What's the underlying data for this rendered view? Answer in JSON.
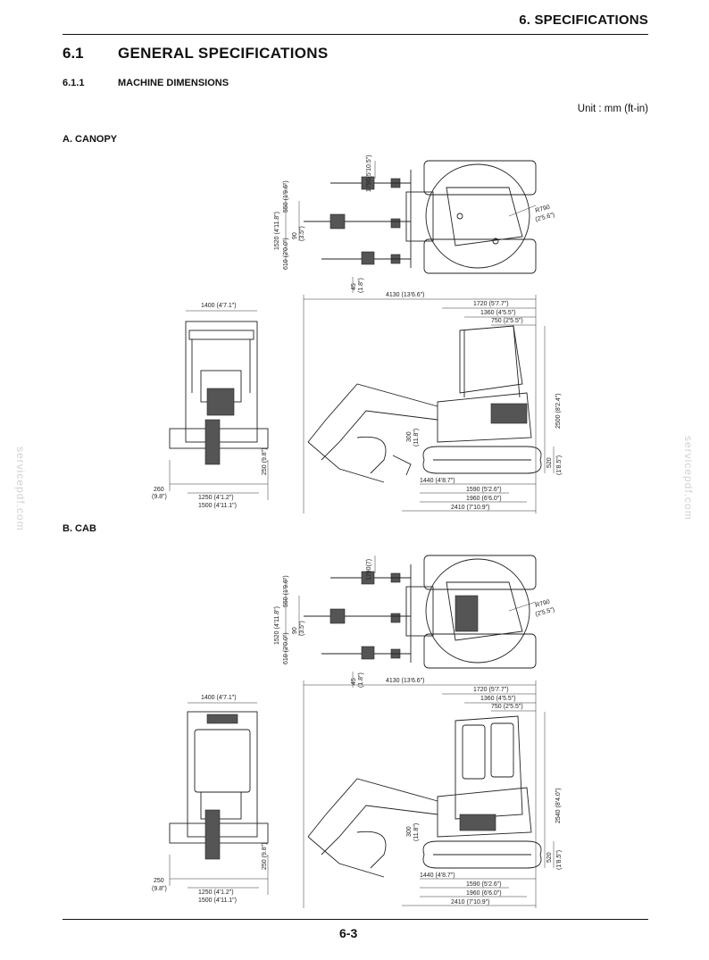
{
  "header": {
    "chapter": "6. SPECIFICATIONS"
  },
  "section": {
    "number": "6.1",
    "title": "GENERAL SPECIFICATIONS"
  },
  "subsection": {
    "number": "6.1.1",
    "title": "MACHINE DIMENSIONS"
  },
  "unit_note": "Unit : mm (ft-in)",
  "canopy": {
    "label": "A. CANOPY",
    "dims": {
      "d1790": "1790(5'10.5\")",
      "d550": "550 (1'9.6\")",
      "d1520": "1520 (4'11.8\")",
      "d610": "610 (2'0.0\")",
      "d90": "90",
      "d35": "(3.5\")",
      "r790": "R790",
      "r790ft": "(2'5.6\")",
      "d45": "45",
      "d18": "(1.8\")",
      "d4130": "4130 (13'6.6\")",
      "d1720": "1720 (5'7.7\")",
      "d1360": "1360 (4'5.5\")",
      "d750": "750 (2'5.5\")",
      "d1400": "1400 (4'7.1\")",
      "d2500": "2500 (8'2.4\")",
      "d300": "300",
      "d118": "(11.8\")",
      "d520": "520",
      "d205": "(1'8.5\")",
      "d250": "250 (9.8\")",
      "d260": "260",
      "d98": "(9.8\")",
      "d1250": "1250 (4'1.2\")",
      "d1500": "1500 (4'11.1\")",
      "d1440": "1440 (4'8.7\")",
      "d1590": "1590 (5'2.6\")",
      "d1960": "1960 (6'6.0\")",
      "d2410": "2410 (7'10.9\")"
    }
  },
  "cab": {
    "label": "B. CAB",
    "dims": {
      "d1790": "1790(7)",
      "d550": "550 (1'9.6\")",
      "d1520": "1520 (4'11.8\")",
      "d610": "610 (2'0.0\")",
      "d90": "90",
      "d35": "(3.5\")",
      "r790": "R790",
      "r790ft": "(2'5.5\")",
      "d45": "45",
      "d18": "(1.8\")",
      "d4130": "4130 (13'6.6\")",
      "d1720": "1720 (5'7.7\")",
      "d1360": "1360 (4'5.5\")",
      "d750": "750 (2'5.5\")",
      "d1400": "1400 (4'7.1\")",
      "d2540": "2540 (8'4.0\")",
      "d300": "300",
      "d118": "(11.8\")",
      "d520": "520",
      "d205": "(1'8.5\")",
      "d250": "250 (9.8\")",
      "d250b": "250",
      "d98": "(9.8\")",
      "d1250": "1250 (4'1.2\")",
      "d1500": "1500 (4'11.1\")",
      "d1440": "1440 (4'8.7\")",
      "d1590": "1590 (5'2.6\")",
      "d1960": "1960 (6'6.0\")",
      "d2410": "2410 (7'10.9\")"
    }
  },
  "watermark": "servicepdf.com",
  "footer": {
    "page_number": "6-3"
  }
}
